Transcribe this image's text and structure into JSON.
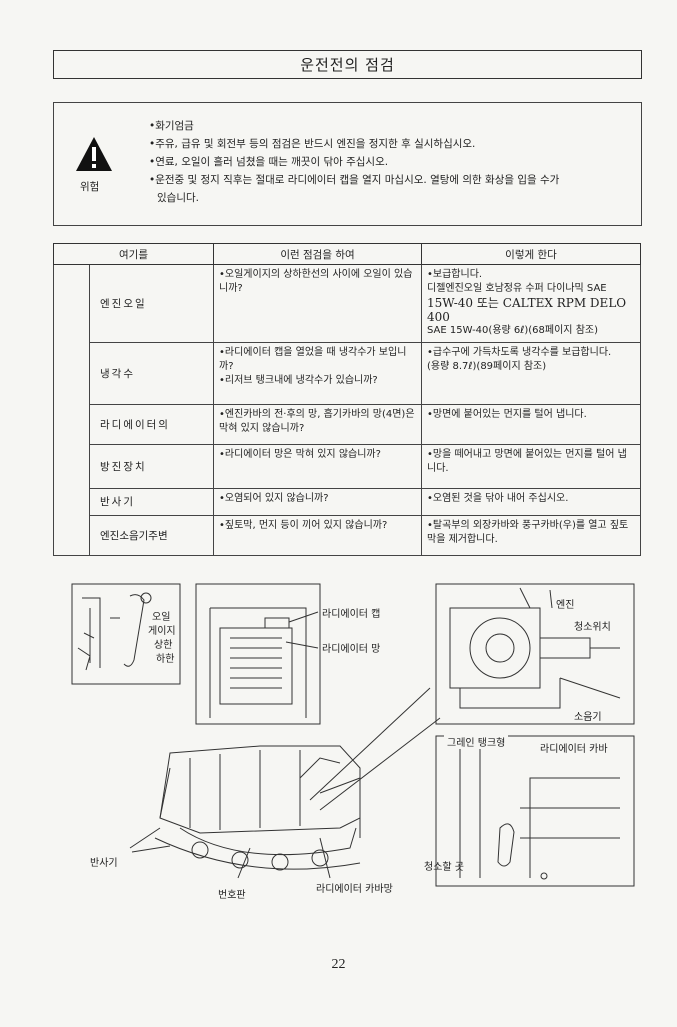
{
  "title": "운전전의 점검",
  "warning": {
    "label": "위험",
    "lines": [
      "•화기엄금",
      "•주유, 급유 및 회전부 등의 점검은 반드시 엔진을 정지한 후 실시하십시오.",
      "•연료, 오일이 흘러 넘쳤을 때는 깨끗이 닦아 주십시오.",
      "•운전중 및 정지 직후는 절대로 라디에이터 캡을 열지 마십시오. 열탕에 의한 화상을 입을 수가",
      "있습니다."
    ]
  },
  "table": {
    "headers": [
      "여기를",
      "이런 점검을 하여",
      "이렇게 한다"
    ],
    "rows": [
      {
        "item": "엔진오일",
        "checks": [
          "•오일게이지의 상하한선의 사이에 오일이 있습니까?"
        ],
        "actions": [
          "•보급합니다.",
          "디젤엔진오일 호남정유 수퍼 다이나믹 SAE",
          "15W-40 또는 CALTEX RPM DELO 400",
          "SAE 15W-40(용량 6ℓ)(68페이지 참조)"
        ]
      },
      {
        "item": "냉각수",
        "checks": [
          "•라디에이터 캡을 열었을 때 냉각수가 보입니까?",
          "•리저브 탱크내에 냉각수가 있습니까?"
        ],
        "actions": [
          "•급수구에 가득차도록 냉각수를 보급합니다.",
          "(용량 8.7ℓ)(89페이지 참조)"
        ]
      },
      {
        "item": "라디에이터의",
        "checks": [
          "•엔진카바의 전·후의 망, 흡기카바의 망(4면)은 막혀 있지 않습니까?"
        ],
        "actions": [
          "•망면에 붙어있는 먼지를 털어 냅니다."
        ]
      },
      {
        "item": "방진장치",
        "checks": [
          "•라디에이터 망은 막혀 있지 않습니까?"
        ],
        "actions": [
          "•망을 떼어내고 망면에 붙어있는 먼지를 털어 냅니다."
        ]
      },
      {
        "item": "반사기",
        "checks": [
          "•오염되어 있지 않습니까?"
        ],
        "actions": [
          "•오염된 것을 닦아 내어 주십시오."
        ]
      },
      {
        "item": "엔진소음기주변",
        "checks": [
          "•짚토막, 먼지 등이 끼어 있지 않습니까?"
        ],
        "actions": [
          "•탈곡부의 외장카바와 풍구카바(우)를 열고 짚토막을 제거합니다."
        ]
      }
    ]
  },
  "figure": {
    "oil_labels": [
      "오일",
      "게이지",
      "상한",
      "하한"
    ],
    "radiator_cap": "라디에이터 캡",
    "radiator_mesh": "라디에이터 망",
    "engine": "엔진",
    "cleaning_window": "청소위치",
    "muffler": "소음기",
    "grain_tank": "그레인 탱크형",
    "radiator_cover": "라디에이터 카바",
    "clean_spot": "청소할 곳",
    "reflector": "반사기",
    "plate": "번호판",
    "radiator_cover_mesh": "라디에이터 카바망"
  },
  "page_number": "22"
}
